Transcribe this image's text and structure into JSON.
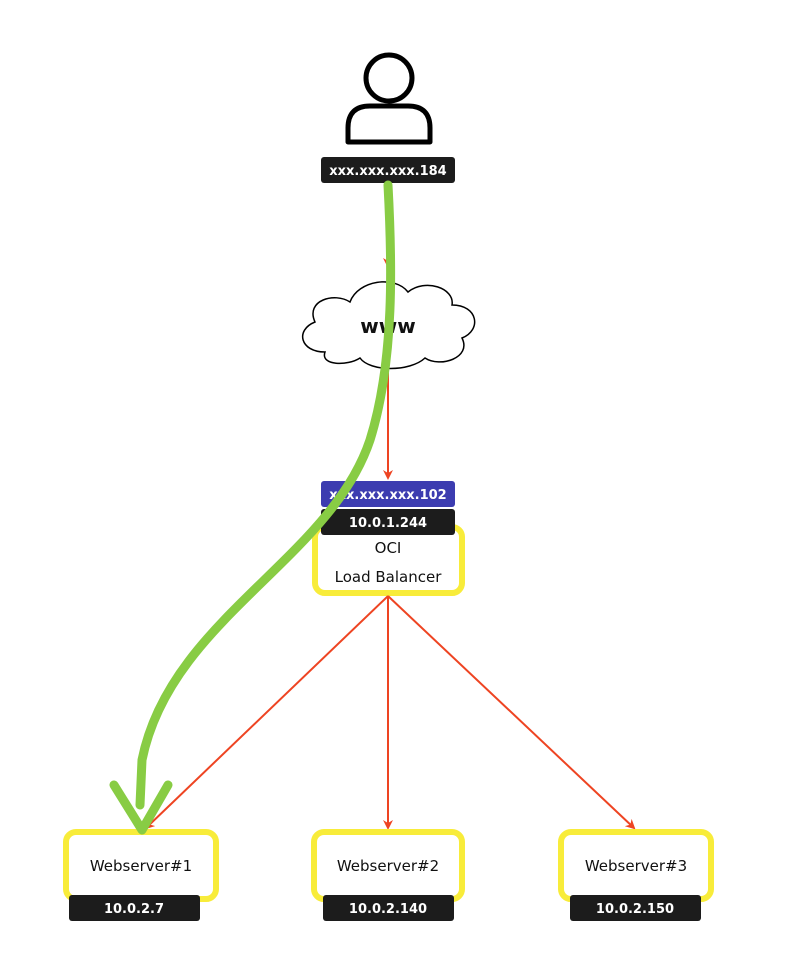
{
  "user": {
    "public_ip": "xxx.xxx.xxx.184"
  },
  "internet": {
    "label": "www"
  },
  "load_balancer": {
    "public_ip": "xxx.xxx.xxx.102",
    "private_ip": "10.0.1.244",
    "name_line1": "OCI",
    "name_line2": "Load Balancer"
  },
  "webservers": [
    {
      "name": "Webserver#1",
      "ip": "10.0.2.7"
    },
    {
      "name": "Webserver#2",
      "ip": "10.0.2.140"
    },
    {
      "name": "Webserver#3",
      "ip": "10.0.2.150"
    }
  ],
  "colors": {
    "arrow": "#ee4422",
    "traffic_path": "#88cc44",
    "node_border": "#f8ec3a",
    "ip_label_bg": "#1c1c1c",
    "public_ip_label_bg": "#3c3cb0"
  }
}
